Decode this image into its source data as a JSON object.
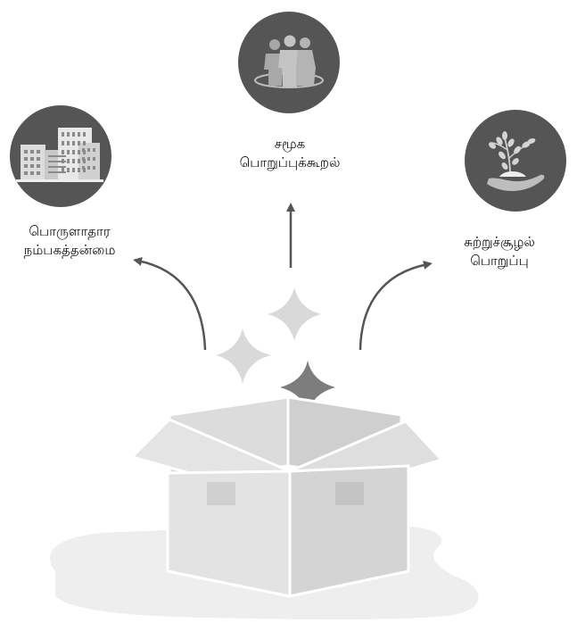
{
  "labels": {
    "economic": {
      "line1": "பொருளாதார",
      "line2": "நம்பகத்தன்மை"
    },
    "social": {
      "line1": "சமூக",
      "line2": "பொறுப்புக்கூறல்"
    },
    "environmental": {
      "line1": "சுற்றுச்சூழல்",
      "line2": "பொறுப்பு"
    }
  },
  "icons": {
    "economic": "office-building-icon",
    "social": "community-people-icon",
    "environmental": "plant-in-hand-icon"
  },
  "colors": {
    "circle": "#555555",
    "arrow": "#555555",
    "sparkle_light": "#d9d9d9",
    "sparkle_dark": "#7d7d7d",
    "box_light": "#e3e3e3",
    "box_mid": "#d4d4d4",
    "ground": "#efefef"
  }
}
